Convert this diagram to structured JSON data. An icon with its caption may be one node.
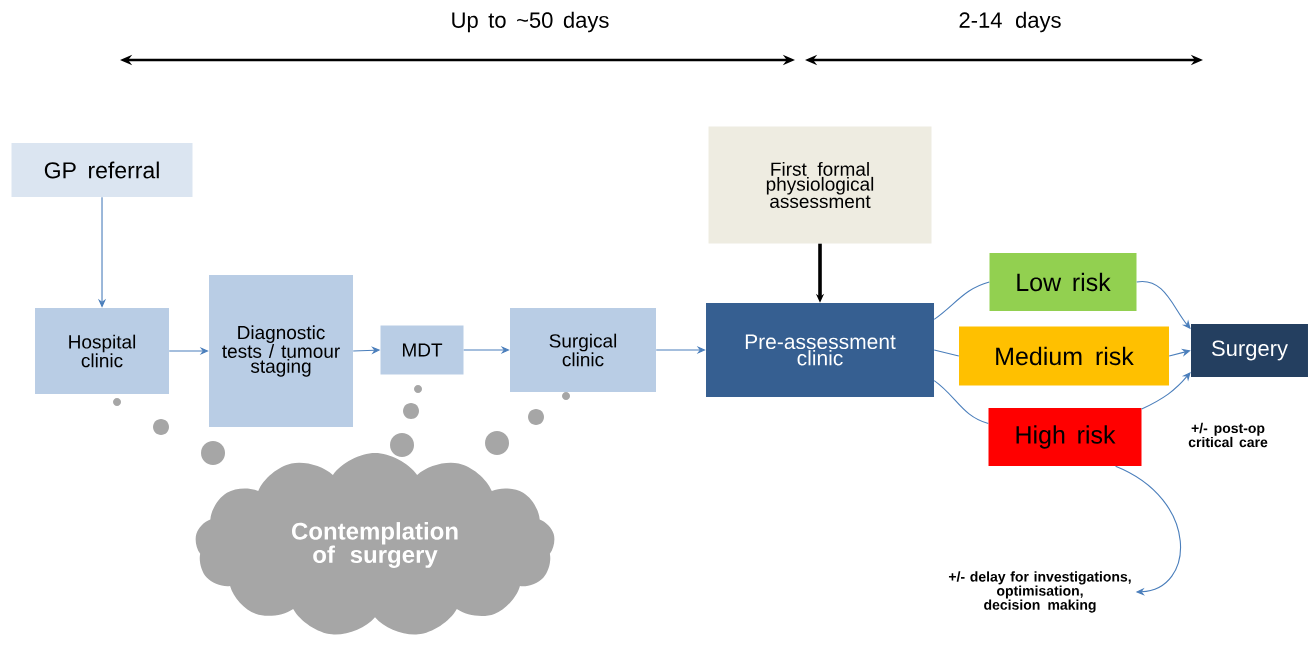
{
  "diagram": {
    "nodes": [
      {
        "text": [
          "GP referral"
        ]
      },
      {
        "text": [
          "Hospital clinic"
        ]
      },
      {
        "text": [
          "Diagnostic tests / tumour staging"
        ]
      },
      {
        "text": [
          "MDT"
        ]
      },
      {
        "text": [
          "Surgical clinic"
        ]
      },
      {
        "text": [
          "First formal physiological assessment"
        ]
      },
      {
        "text": [
          "Pre-assessment clinic"
        ]
      },
      {
        "text": [
          "Low risk"
        ]
      },
      {
        "text": [
          "Medium risk"
        ]
      },
      {
        "text": [
          "High risk"
        ]
      },
      {
        "text": [
          "Surgery"
        ]
      },
      {
        "text": [
          "Contemplation of surgery"
        ]
      },
      {
        "text": [
          "+/- delay for investigations, optimisation, decision making"
        ]
      }
    ],
    "edges": [
      {
        "from": 0,
        "to": 1,
        "arrow": "to"
      },
      {
        "from": 1,
        "to": 2,
        "arrow": "to"
      },
      {
        "from": 2,
        "to": 3,
        "arrow": "to"
      },
      {
        "from": 3,
        "to": 4,
        "arrow": "to"
      },
      {
        "from": 4,
        "to": 6,
        "arrow": "to"
      },
      {
        "from": 5,
        "to": 6,
        "arrow": "to",
        "style": "thick",
        "color": "#000000"
      },
      {
        "from": 6,
        "to": 7,
        "arrow": "none"
      },
      {
        "from": 7,
        "to": 10,
        "arrow": "to"
      },
      {
        "from": 6,
        "to": 8,
        "arrow": "none"
      },
      {
        "from": 8,
        "to": 10,
        "arrow": "to"
      },
      {
        "from": 6,
        "to": 9,
        "arrow": "none"
      },
      {
        "from": 9,
        "to": 10,
        "arrow": "to"
      },
      {
        "from": 9,
        "to": 12,
        "arrow": "to"
      }
    ],
    "labels": [
      "Up to ~50 days",
      "2-14 days",
      "+/- post-op critical care"
    ]
  }
}
